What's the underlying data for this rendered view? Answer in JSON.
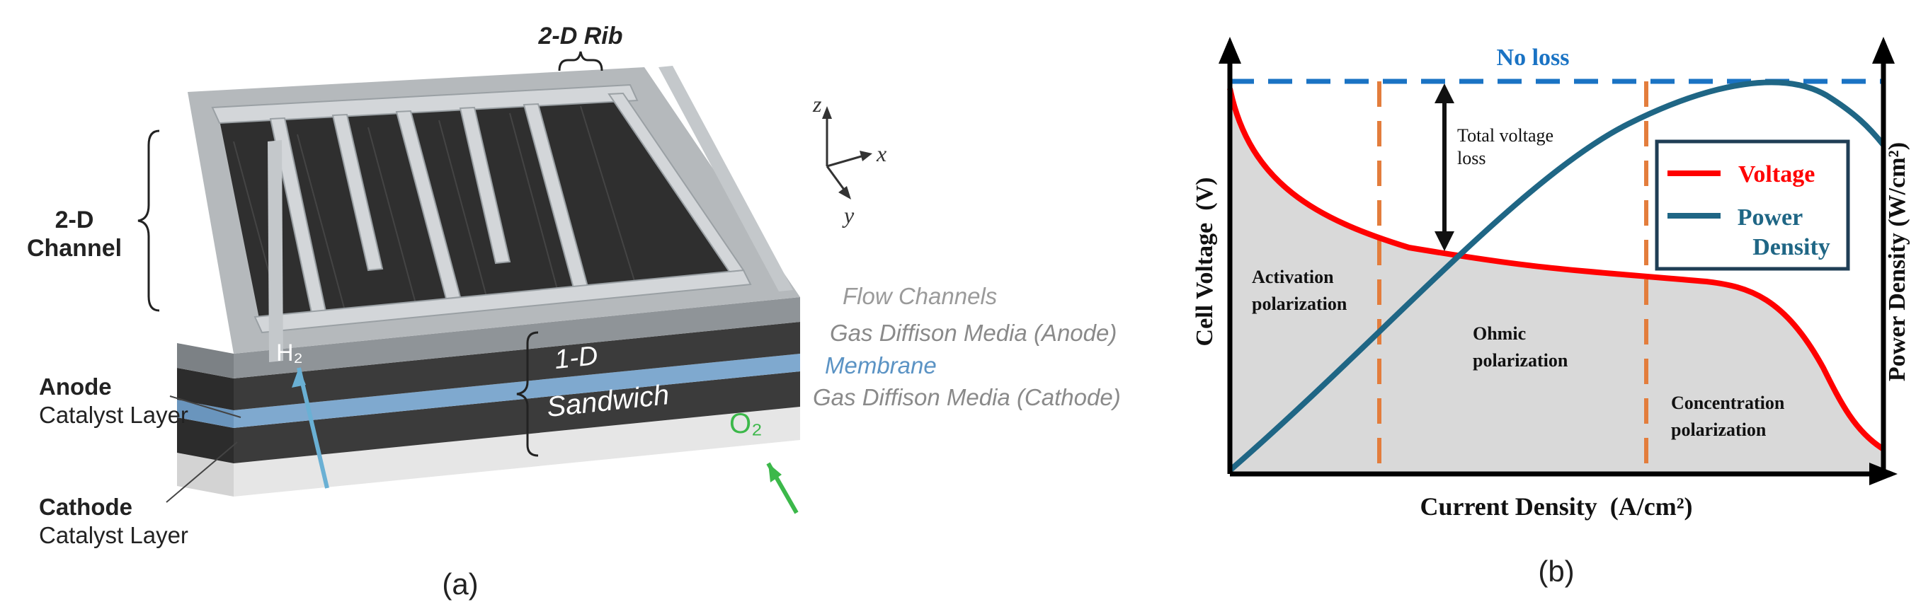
{
  "panel_a": {
    "caption": "(a)",
    "rib_label": "2-D Rib",
    "channel_label_line1": "2-D",
    "channel_label_line2": "Channel",
    "axis_z": "z",
    "axis_x": "x",
    "axis_y": "y",
    "h2_label": "H₂",
    "o2_label": "O₂",
    "sandwich_line1": "1-D",
    "sandwich_line2": "Sandwich",
    "layer_labels": {
      "flow_channels": "Flow Channels",
      "gdm_anode": "Gas Diffison Media (Anode)",
      "membrane": "Membrane",
      "gdm_cathode": "Gas Diffison Media (Cathode)"
    },
    "anode_line1": "Anode",
    "anode_line2": "Catalyst Layer",
    "cathode_line1": "Cathode",
    "cathode_line2": "Catalyst Layer",
    "colors": {
      "dark_layer": "#3b3b3b",
      "membrane": "#7fa9cf",
      "rib_top": "#cfd2d5",
      "h2_arrow": "#6ab0d4",
      "o2_arrow": "#3cb84a"
    }
  },
  "panel_b": {
    "caption": "(b)",
    "no_loss": "No loss",
    "total_loss_line1": "Total voltage",
    "total_loss_line2": "loss",
    "activation_line1": "Activation",
    "activation_line2": "polarization",
    "ohmic_line1": "Ohmic",
    "ohmic_line2": "polarization",
    "concentration_line1": "Concentration",
    "concentration_line2": "polarization",
    "ylabel_left": "Cell Voltage  (V)",
    "ylabel_right": "Power Density (W/cm²)",
    "xlabel": "Current Density  (A/cm²)",
    "legend_voltage": "Voltage",
    "legend_power_line1": "Power",
    "legend_power_line2": "Density",
    "colors": {
      "voltage": "#ff0000",
      "power": "#1f6685",
      "no_loss": "#1a73c4",
      "divider": "#e37d3c",
      "fill": "#d9d9d9"
    }
  }
}
